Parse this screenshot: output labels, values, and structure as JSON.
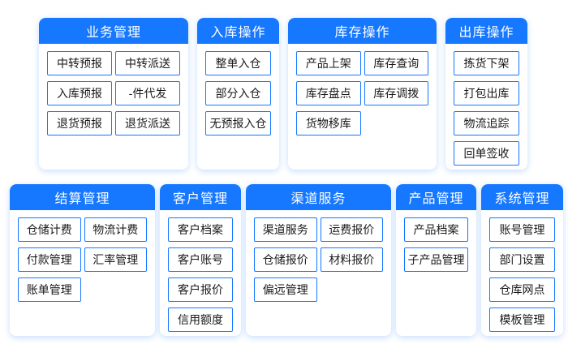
{
  "colors": {
    "primary": "#1677ff",
    "header_text": "#ffffff",
    "item_text": "#1a1a1a",
    "item_border": "#1677ff",
    "card_bg": "#ffffff",
    "page_bg": "#ffffff",
    "card_shadow": "rgba(22,119,255,0.25)"
  },
  "rows": [
    {
      "panels": [
        {
          "title": "业务管理",
          "columns": 2,
          "items": [
            "中转预报",
            "中转派送",
            "入库预报",
            "-件代发",
            "退货预报",
            "退货派送"
          ]
        },
        {
          "title": "入库操作",
          "columns": 1,
          "items": [
            "整单入仓",
            "部分入仓",
            "无预报入仓"
          ]
        },
        {
          "title": "库存操作",
          "columns": 2,
          "items": [
            "产品上架",
            "库存查询",
            "库存盘点",
            "库存调拨",
            "货物移库"
          ]
        },
        {
          "title": "出库操作",
          "columns": 1,
          "items": [
            "拣货下架",
            "打包出库",
            "物流追踪",
            "回单签收"
          ]
        }
      ]
    },
    {
      "panels": [
        {
          "title": "结算管理",
          "columns": 2,
          "items": [
            "仓储计费",
            "物流计费",
            "付款管理",
            "汇率管理",
            "账单管理"
          ]
        },
        {
          "title": "客户管理",
          "columns": 1,
          "items": [
            "客户档案",
            "客户账号",
            "客户报价",
            "信用额度"
          ]
        },
        {
          "title": "渠道服务",
          "columns": 2,
          "items": [
            "渠道服务",
            "运费报价",
            "仓储报价",
            "材料报价",
            "偏远管理"
          ]
        },
        {
          "title": "产品管理",
          "columns": 1,
          "items": [
            "产品档案",
            "子产品管理"
          ]
        },
        {
          "title": "系统管理",
          "columns": 1,
          "items": [
            "账号管理",
            "部门设置",
            "仓库网点",
            "模板管理"
          ]
        }
      ]
    }
  ]
}
